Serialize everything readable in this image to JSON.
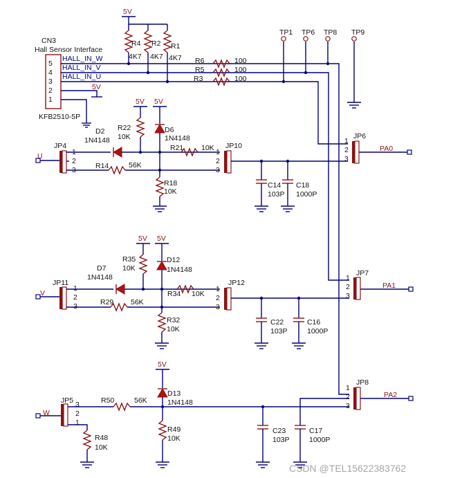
{
  "connector": {
    "ref": "CN3",
    "title": "Hall Sensor Interface",
    "part": "KFB2510-5P",
    "pins": [
      "5",
      "4",
      "3",
      "2",
      "1"
    ],
    "signals": [
      "HALL_IN_W",
      "HALL_IN_V",
      "HALL_IN_U"
    ]
  },
  "power": {
    "vcc": "5V"
  },
  "pullups": [
    {
      "ref": "R4",
      "value": "4K7"
    },
    {
      "ref": "R2",
      "value": "4K7"
    },
    {
      "ref": "R1",
      "value": "4K7"
    }
  ],
  "series_resistors": [
    {
      "ref": "R6",
      "value": "100"
    },
    {
      "ref": "R5",
      "value": "100"
    },
    {
      "ref": "R3",
      "value": "100"
    }
  ],
  "test_points": [
    "TP1",
    "TP6",
    "TP8",
    "TP9"
  ],
  "pin_nums": {
    "one": "1",
    "two": "2",
    "three": "3"
  },
  "stage_u": {
    "input": "U",
    "jumper_in": "JP4",
    "jumper_mid": "JP10",
    "jumper_out": "JP6",
    "output": "PA0",
    "diode_left": {
      "ref": "D2",
      "part": "1N4148"
    },
    "diode_top": {
      "ref": "D6",
      "part": "1N4148"
    },
    "r_pull": {
      "ref": "R22",
      "value": "10K"
    },
    "r_series": {
      "ref": "R21",
      "value": "10K"
    },
    "r_in": {
      "ref": "R14",
      "value": "56K"
    },
    "r_down": {
      "ref": "R18",
      "value": "10K"
    },
    "cap1": {
      "ref": "C14",
      "value": "103P"
    },
    "cap2": {
      "ref": "C18",
      "value": "1000P"
    }
  },
  "stage_v": {
    "input": "V",
    "jumper_in": "JP11",
    "jumper_mid": "JP12",
    "jumper_out": "JP7",
    "output": "PA1",
    "diode_left": {
      "ref": "D7",
      "part": "1N4148"
    },
    "diode_top": {
      "ref": "D12",
      "part": "1N4148"
    },
    "r_pull": {
      "ref": "R35",
      "value": "10K"
    },
    "r_series": {
      "ref": "R34",
      "value": "10K"
    },
    "r_in": {
      "ref": "R29",
      "value": "56K"
    },
    "r_down": {
      "ref": "R32",
      "value": "10K"
    },
    "cap1": {
      "ref": "C22",
      "value": "103P"
    },
    "cap2": {
      "ref": "C16",
      "value": "1000P"
    }
  },
  "stage_w": {
    "input": "W",
    "jumper_in": "JP5",
    "jumper_out": "JP8",
    "output": "PA2",
    "diode_top": {
      "ref": "D13",
      "part": "1N4148"
    },
    "r_in": {
      "ref": "R50",
      "value": "56K"
    },
    "r_gnd": {
      "ref": "R48",
      "value": "10K"
    },
    "r_down": {
      "ref": "R49",
      "value": "10K"
    },
    "cap1": {
      "ref": "C23",
      "value": "103P"
    },
    "cap2": {
      "ref": "C17",
      "value": "1000P"
    }
  },
  "watermark": "CSDN @TEL15622383762"
}
